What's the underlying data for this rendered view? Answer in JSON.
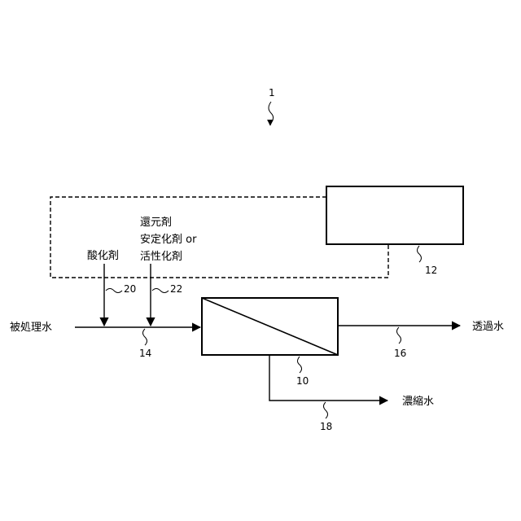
{
  "figure": {
    "system_ref": "1",
    "labels": {
      "raw_water": "被処理水",
      "oxidant": "酸化剤",
      "reductant_line1": "還元剤",
      "reductant_line2": "安定化剤 or",
      "reductant_line3": "活性化剤",
      "permeate": "透過水",
      "concentrate": "濃縮水"
    },
    "refs": {
      "membrane_unit": "10",
      "controller": "12",
      "feed_line": "14",
      "permeate_line": "16",
      "concentrate_line": "18",
      "oxidant_line": "20",
      "reductant_line": "22"
    }
  }
}
